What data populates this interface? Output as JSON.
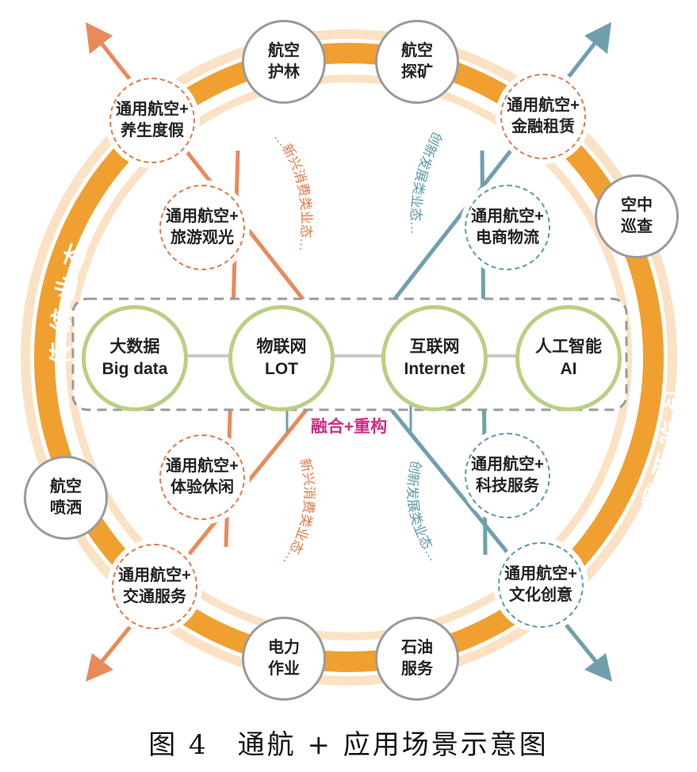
{
  "diagram": {
    "left_arc_label": "传统业态",
    "right_arc_label": "传统业态",
    "emerging_label": "新兴消费类业态…",
    "emerging_label_top": "…新兴消费类业态…",
    "innovation_label_top": "创新发展类业态…",
    "innovation_label_bottom": "创新发展类业态…",
    "emerging_label_bottom": "新兴消费类业态…",
    "fusion_label": "融合+重构",
    "traditional_nodes": [
      {
        "line1": "航空",
        "line2": "护林"
      },
      {
        "line1": "航空",
        "line2": "探矿"
      },
      {
        "line1": "空中",
        "line2": "巡查"
      },
      {
        "line1": "航空",
        "line2": "喷洒"
      },
      {
        "line1": "电力",
        "line2": "作业"
      },
      {
        "line1": "石油",
        "line2": "服务"
      }
    ],
    "scenario_nodes": [
      {
        "line1": "通用航空+",
        "line2": "养生度假"
      },
      {
        "line1": "通用航空+",
        "line2": "旅游观光"
      },
      {
        "line1": "通用航空+",
        "line2": "体验休闲"
      },
      {
        "line1": "通用航空+",
        "line2": "交通服务"
      },
      {
        "line1": "通用航空+",
        "line2": "金融租赁"
      },
      {
        "line1": "通用航空+",
        "line2": "电商物流"
      },
      {
        "line1": "通用航空+",
        "line2": "科技服务"
      },
      {
        "line1": "通用航空+",
        "line2": "文化创意"
      }
    ],
    "tech_nodes": [
      {
        "line1": "大数据",
        "line2": "Big data"
      },
      {
        "line1": "物联网",
        "line2": "LOT"
      },
      {
        "line1": "互联网",
        "line2": "Internet"
      },
      {
        "line1": "人工智能",
        "line2": "AI"
      }
    ]
  },
  "caption": "图 4　通航 + 应用场景示意图",
  "colors": {
    "ring_orange": "#f0a030",
    "ring_pale": "#fbe2c4",
    "orange_accent": "#e07a4a",
    "teal_accent": "#5c9aa8",
    "tech_green": "#b9cf83",
    "fusion_magenta": "#d12c82"
  }
}
